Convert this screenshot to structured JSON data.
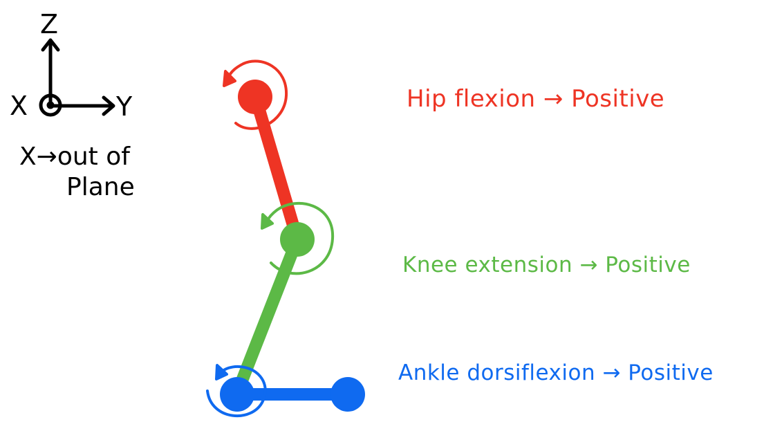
{
  "axes": {
    "z_label": "Z",
    "y_label": "Y",
    "x_label": "X",
    "x_note_line1": "X→out of",
    "x_note_line2": "Plane"
  },
  "labels": {
    "hip": "Hip flexion → Positive",
    "knee": "Knee extension → Positive",
    "ankle": "Ankle dorsiflexion → Positive"
  },
  "colors": {
    "hip": "#ee3424",
    "knee": "#5cb946",
    "ankle": "#0f6af0",
    "axes": "#000000"
  }
}
